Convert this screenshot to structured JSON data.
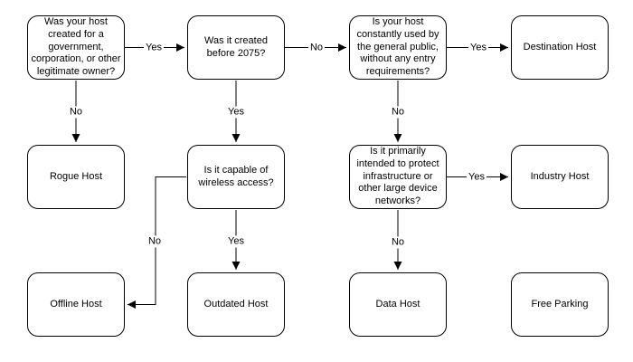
{
  "diagram": {
    "type": "flowchart",
    "nodes": [
      {
        "id": "origin-question",
        "label": "Was your host created for a government, corporation, or other legitimate owner?"
      },
      {
        "id": "created-before-2075",
        "label": "Was it created before 2075?"
      },
      {
        "id": "general-public-question",
        "label": "Is your host constantly used by the general public, without any entry requirements?"
      },
      {
        "id": "destination-host",
        "label": "Destination Host"
      },
      {
        "id": "rogue-host",
        "label": "Rogue Host"
      },
      {
        "id": "wireless-question",
        "label": "Is it capable of wireless access?"
      },
      {
        "id": "infrastructure-question",
        "label": "Is it primarily intended to protect infrastructure or other large device networks?"
      },
      {
        "id": "industry-host",
        "label": "Industry Host"
      },
      {
        "id": "offline-host",
        "label": "Offline Host"
      },
      {
        "id": "outdated-host",
        "label": "Outdated Host"
      },
      {
        "id": "data-host",
        "label": "Data Host"
      },
      {
        "id": "free-parking",
        "label": "Free Parking"
      }
    ],
    "edges": [
      {
        "from": "origin-question",
        "to": "created-before-2075",
        "label": "Yes"
      },
      {
        "from": "origin-question",
        "to": "rogue-host",
        "label": "No"
      },
      {
        "from": "created-before-2075",
        "to": "general-public-question",
        "label": "No"
      },
      {
        "from": "created-before-2075",
        "to": "wireless-question",
        "label": "Yes"
      },
      {
        "from": "general-public-question",
        "to": "destination-host",
        "label": "Yes"
      },
      {
        "from": "general-public-question",
        "to": "infrastructure-question",
        "label": "No"
      },
      {
        "from": "wireless-question",
        "to": "offline-host",
        "label": "No"
      },
      {
        "from": "wireless-question",
        "to": "outdated-host",
        "label": "Yes"
      },
      {
        "from": "infrastructure-question",
        "to": "industry-host",
        "label": "Yes"
      },
      {
        "from": "infrastructure-question",
        "to": "data-host",
        "label": "No"
      }
    ],
    "colors": {
      "node_fill": "#ffffff",
      "node_border": "#000000",
      "line": "#000000",
      "text": "#000000",
      "background": "#ffffff"
    }
  }
}
